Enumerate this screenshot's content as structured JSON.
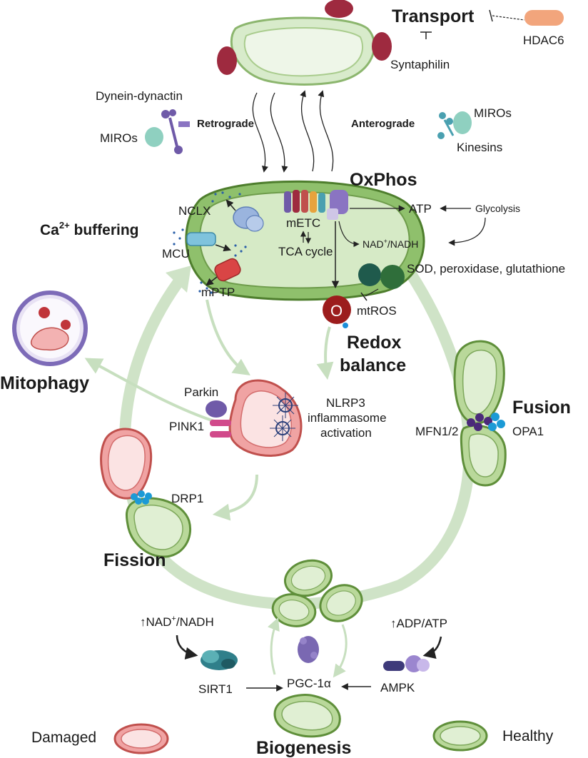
{
  "transport": {
    "title": "Transport",
    "syntaphilin": "Syntaphilin",
    "hdac6": "HDAC6",
    "dynein": "Dynein-dynactin",
    "miros_left": "MIROs",
    "retrograde": "Retrograde",
    "anterograde": "Anterograde",
    "miros_right": "MIROs",
    "kinesins": "Kinesins"
  },
  "oxphos": {
    "title": "OxPhos",
    "metc": "mETC",
    "tca": "TCA cycle",
    "atp": "ATP",
    "glycolysis": "Glycolysis",
    "nad_prefix": "NAD",
    "nad_sup": "+",
    "nad_suffix": "/NADH",
    "antioxidants": "SOD, peroxidase, glutathione"
  },
  "calcium": {
    "title_prefix": "Ca",
    "title_sup": "2+",
    "title_suffix": " buffering",
    "nclx": "NCLX",
    "mcu": "MCU",
    "mptp": "mPTP"
  },
  "redox": {
    "ros_symbol": "O",
    "mtros": "mtROS",
    "title_line1": "Redox",
    "title_line2": "balance"
  },
  "mitophagy": {
    "title": "Mitophagy",
    "parkin": "Parkin",
    "pink1": "PINK1",
    "nlrp3_line1": "NLRP3",
    "nlrp3_line2": "inflammasome",
    "nlrp3_line3": "activation"
  },
  "fusion": {
    "title": "Fusion",
    "mfn": "MFN1/2",
    "opa1": "OPA1"
  },
  "fission": {
    "title": "Fission",
    "drp1": "DRP1"
  },
  "biogenesis": {
    "title": "Biogenesis",
    "nad_up_prefix": "↑NAD",
    "nad_up_sup": "+",
    "nad_up_suffix": "/NADH",
    "adp_atp": "↑ADP/ATP",
    "sirt1": "SIRT1",
    "pgc": "PGC-1α",
    "ampk": "AMPK"
  },
  "legend": {
    "damaged": "Damaged",
    "healthy": "Healthy"
  },
  "colors": {
    "healthy_fill": "#b9d89a",
    "healthy_stroke": "#5f8f3a",
    "damaged_fill": "#f0a3a3",
    "damaged_stroke": "#c0504d",
    "cycle_arrow": "#c9e0c0",
    "protein_red": "#9e2a3f",
    "protein_purple": "#6f5aa8",
    "protein_teal": "#4aa0b0"
  }
}
